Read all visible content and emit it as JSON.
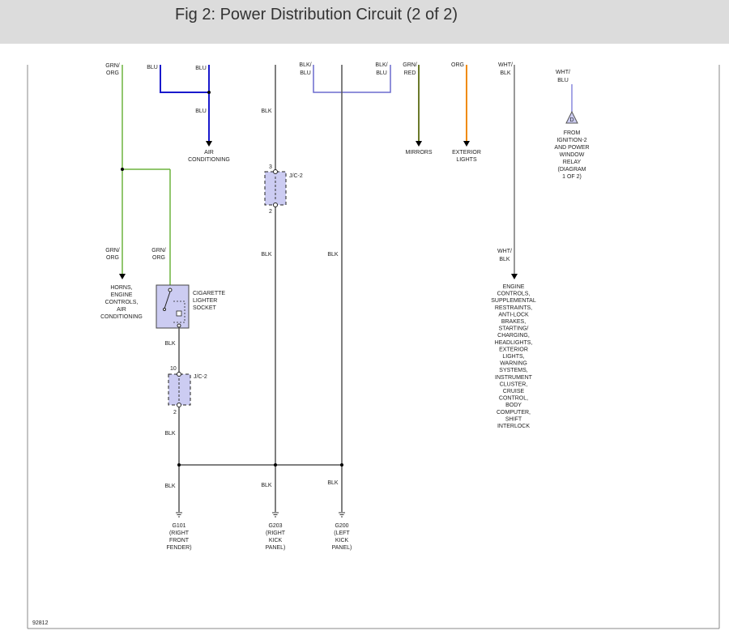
{
  "header": {
    "title": "Fig 2: Power Distribution Circuit (2 of 2)"
  },
  "colors": {
    "grn_org": "#6db33f",
    "blu": "#1a1acc",
    "blk": "#555555",
    "blk_blu": "#6a6acd",
    "grn_red": "#6b7a2a",
    "org": "#f08a00",
    "wht_blk": "#777777",
    "wht_blu": "#8888dd",
    "component_fill": "#ccccf2"
  },
  "wires": {
    "grn_org_top": [
      "GRN/",
      "ORG"
    ],
    "blu_a": "BLU",
    "blu_b": "BLU",
    "blu_c": "BLU",
    "blk_left_top": "BLK",
    "blk_blu_a": [
      "BLK/",
      "BLU"
    ],
    "blk_blu_b": [
      "BLK/",
      "BLU"
    ],
    "grn_red": [
      "GRN/",
      "RED"
    ],
    "org": "ORG",
    "wht_blk_top": [
      "WHT/",
      "BLK"
    ],
    "wht_blu": [
      "WHT/",
      "BLU"
    ],
    "grn_org_mid_a": [
      "GRN/",
      "ORG"
    ],
    "grn_org_mid_b": [
      "GRN/",
      "ORG"
    ],
    "blk_mid_a": "BLK",
    "blk_mid_b": "BLK",
    "wht_blk_mid": [
      "WHT/",
      "BLK"
    ],
    "blk_lighter_out": "BLK",
    "blk_jc_out": "BLK",
    "blk_g101": "BLK",
    "blk_g203": "BLK",
    "blk_g200": "BLK"
  },
  "destinations": {
    "air_conditioning": [
      "AIR",
      "CONDITIONING"
    ],
    "mirrors": [
      "MIRRORS"
    ],
    "exterior_lights": [
      "EXTERIOR",
      "LIGHTS"
    ],
    "from_ignition": [
      "FROM",
      "IGNITION-2",
      "AND POWER",
      "WINDOW",
      "RELAY",
      "(DIAGRAM",
      "1 OF 2)"
    ],
    "horns": [
      "HORNS,",
      "ENGINE",
      "CONTROLS,",
      "AIR",
      "CONDITIONING"
    ],
    "engine_controls": [
      "ENGINE",
      "CONTROLS,",
      "SUPPLEMENTAL",
      "RESTRAINTS,",
      "ANTI-LOCK",
      "BRAKES,",
      "STARTING/",
      "CHARGING,",
      "HEADLIGHTS,",
      "EXTERIOR",
      "LIGHTS,",
      "WARNING",
      "SYSTEMS,",
      "INSTRUMENT",
      "CLUSTER,",
      "CRUISE",
      "CONTROL,",
      "BODY",
      "COMPUTER,",
      "SHIFT",
      "INTERLOCK"
    ]
  },
  "connector_ref": "D",
  "components": {
    "jc2_upper": {
      "label": "J/C-2",
      "pin_top": "3",
      "pin_bottom": "2"
    },
    "jc2_lower": {
      "label": "J/C-2",
      "pin_top": "10",
      "pin_bottom": "2"
    },
    "cigarette_lighter": [
      "CIGARETTE",
      "LIGHTER",
      "SOCKET"
    ]
  },
  "grounds": {
    "g101": [
      "G101",
      "(RIGHT",
      "FRONT",
      "FENDER)"
    ],
    "g203": [
      "G203",
      "(RIGHT",
      "KICK",
      "PANEL)"
    ],
    "g200": [
      "G200",
      "(LEFT",
      "KICK",
      "PANEL)"
    ]
  },
  "diagram_id": "92812"
}
